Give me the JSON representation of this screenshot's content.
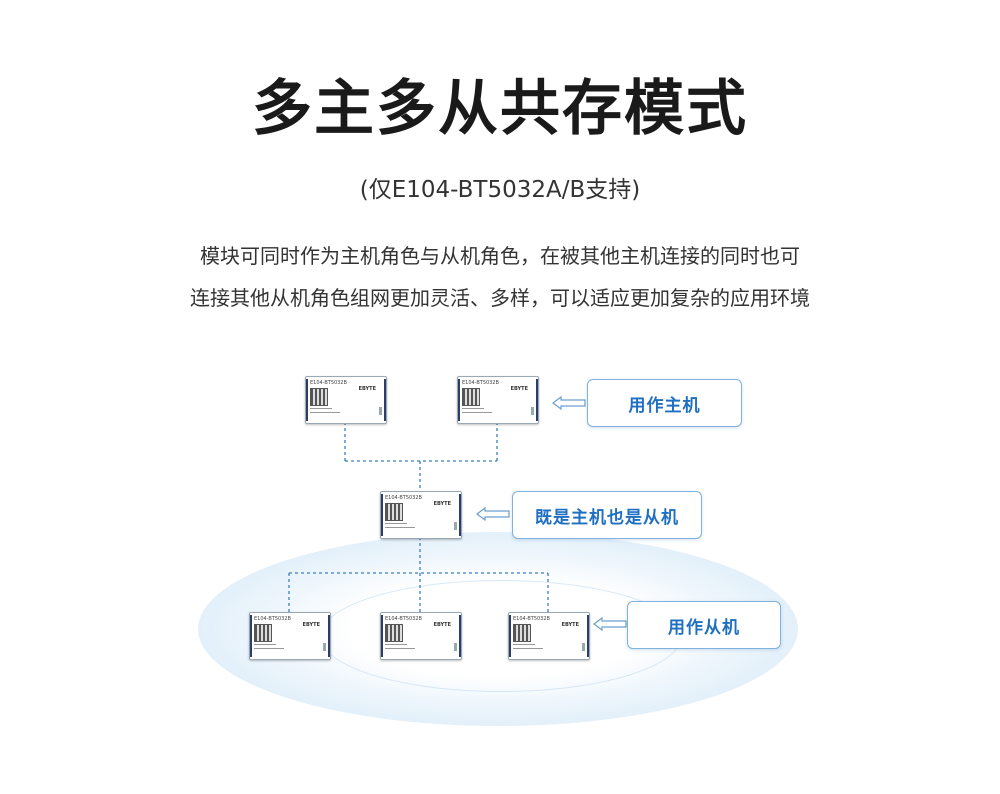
{
  "title": "多主多从共存模式",
  "subtitle": "(仅E104-BT5032A/B支持)",
  "description": {
    "line1": "模块可同时作为主机角色与从机角色，在被其他主机连接的同时也可",
    "line2": "连接其他从机角色组网更加灵活、多样，可以适应更加复杂的应用环境"
  },
  "module": {
    "model": "E104-BT5032B",
    "brand": "EBYTE"
  },
  "callouts": {
    "master": "用作主机",
    "both": "既是主机也是从机",
    "slave": "用作从机"
  },
  "colors": {
    "accent": "#1f6fc2",
    "wire": "#3a7fc4",
    "callout_border": "#7fb2dd"
  }
}
